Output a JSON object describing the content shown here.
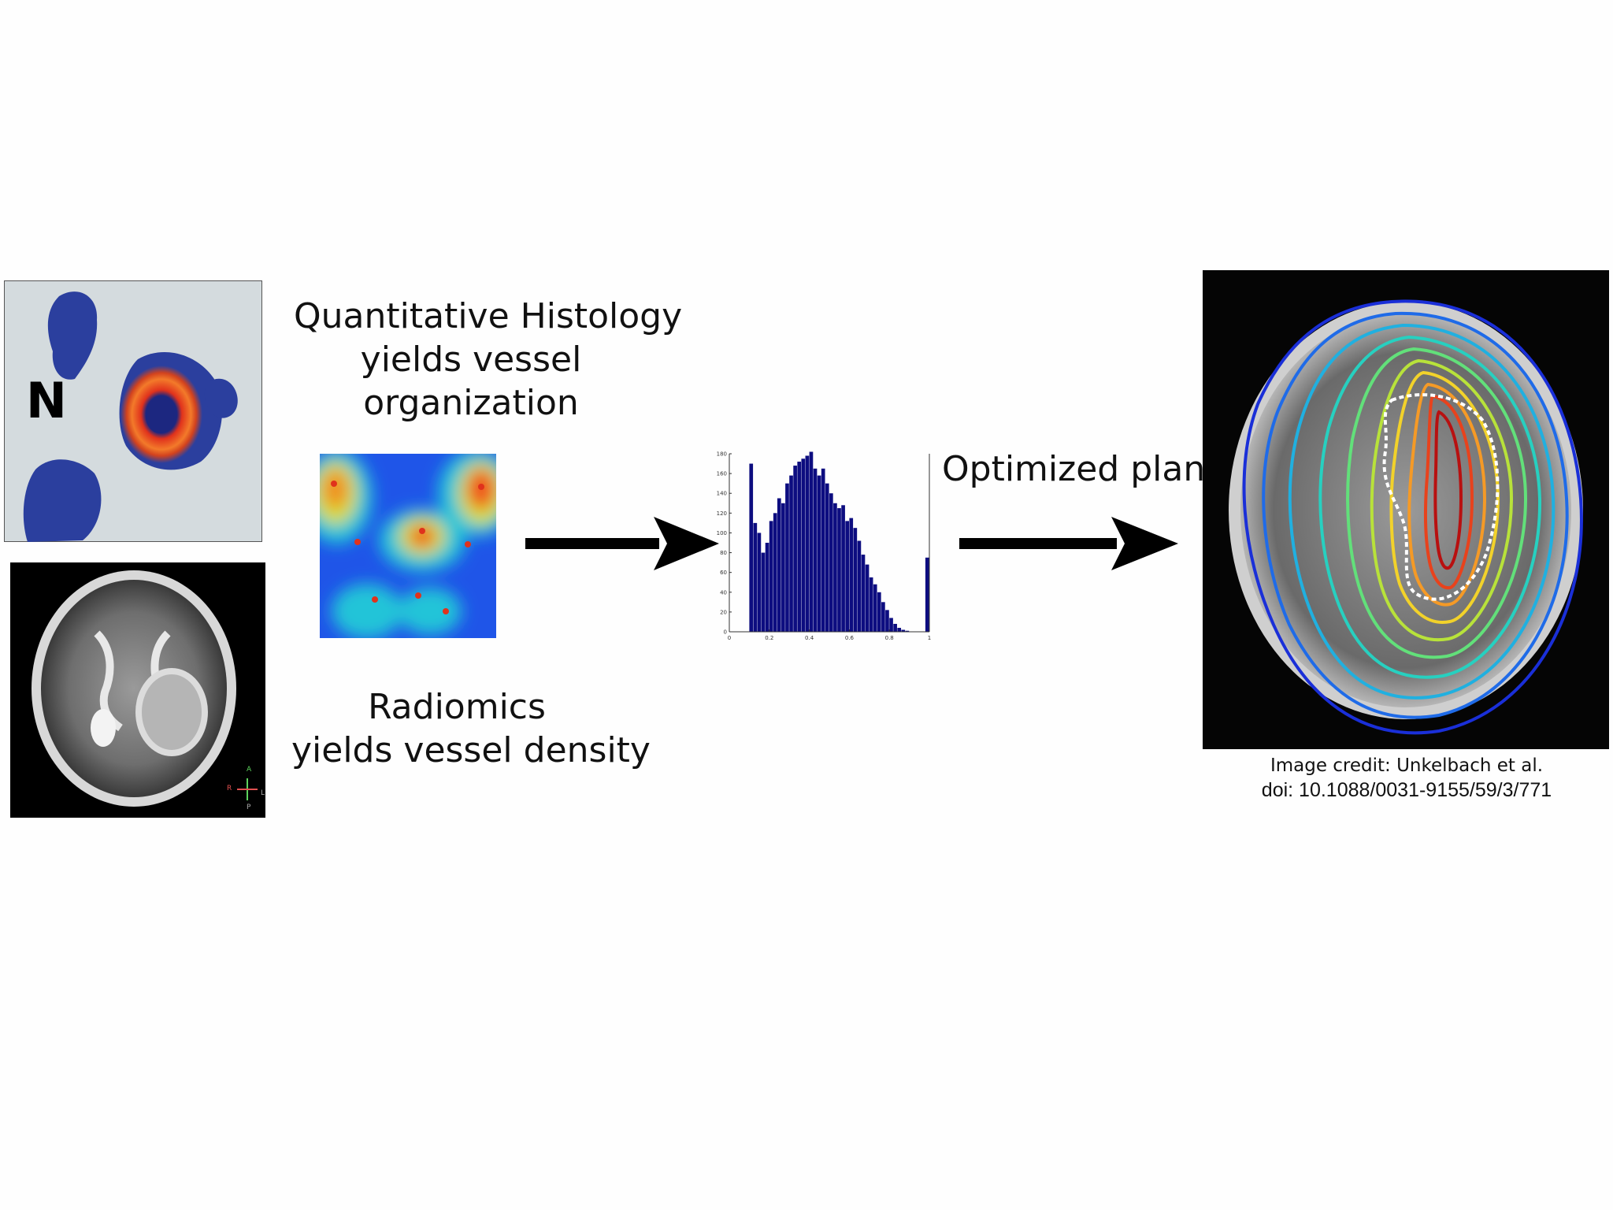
{
  "labels": {
    "histology_line1": "Quantitative Histology",
    "histology_line2": "yields vessel",
    "histology_line3": "organization",
    "radiomics_line1": "Radiomics",
    "radiomics_line2": "yields vessel density",
    "optimized_plan": "Optimized plan"
  },
  "histology_image": {
    "marker_letter": "N"
  },
  "mri_image": {
    "orientation": {
      "anterior": "A",
      "posterior": "P",
      "right": "R",
      "left": "L"
    }
  },
  "credit": {
    "line1": "Image credit: Unkelbach et al.",
    "line2": "doi: 10.1088/0031-9155/59/3/771"
  },
  "colors": {
    "histology_blue": "#2b3f9e",
    "heat_red": "#e0321c",
    "histogram_bar": "#0d0d80",
    "arrow": "#000000"
  },
  "chart_data": {
    "type": "bar",
    "title": "",
    "xlabel": "",
    "ylabel": "",
    "xlim": [
      0,
      1
    ],
    "ylim": [
      0,
      180
    ],
    "xticks": [
      "0",
      "0.2",
      "0.4",
      "0.6",
      "0.8",
      "1"
    ],
    "yticks": [
      "0",
      "20",
      "40",
      "60",
      "80",
      "100",
      "120",
      "140",
      "160",
      "180"
    ],
    "x": [
      0.01,
      0.03,
      0.05,
      0.07,
      0.09,
      0.11,
      0.13,
      0.15,
      0.17,
      0.19,
      0.21,
      0.23,
      0.25,
      0.27,
      0.29,
      0.31,
      0.33,
      0.35,
      0.37,
      0.39,
      0.41,
      0.43,
      0.45,
      0.47,
      0.49,
      0.51,
      0.53,
      0.55,
      0.57,
      0.59,
      0.61,
      0.63,
      0.65,
      0.67,
      0.69,
      0.71,
      0.73,
      0.75,
      0.77,
      0.79,
      0.81,
      0.83,
      0.85,
      0.87,
      0.89,
      0.91,
      0.93,
      0.95,
      0.97,
      0.99
    ],
    "values": [
      0,
      0,
      0,
      0,
      0,
      170,
      110,
      100,
      80,
      90,
      112,
      120,
      135,
      130,
      150,
      158,
      168,
      172,
      175,
      178,
      182,
      165,
      158,
      165,
      150,
      140,
      130,
      125,
      128,
      112,
      115,
      105,
      92,
      78,
      68,
      55,
      48,
      40,
      30,
      22,
      14,
      8,
      4,
      2,
      1,
      0,
      0,
      0,
      0,
      75
    ]
  }
}
